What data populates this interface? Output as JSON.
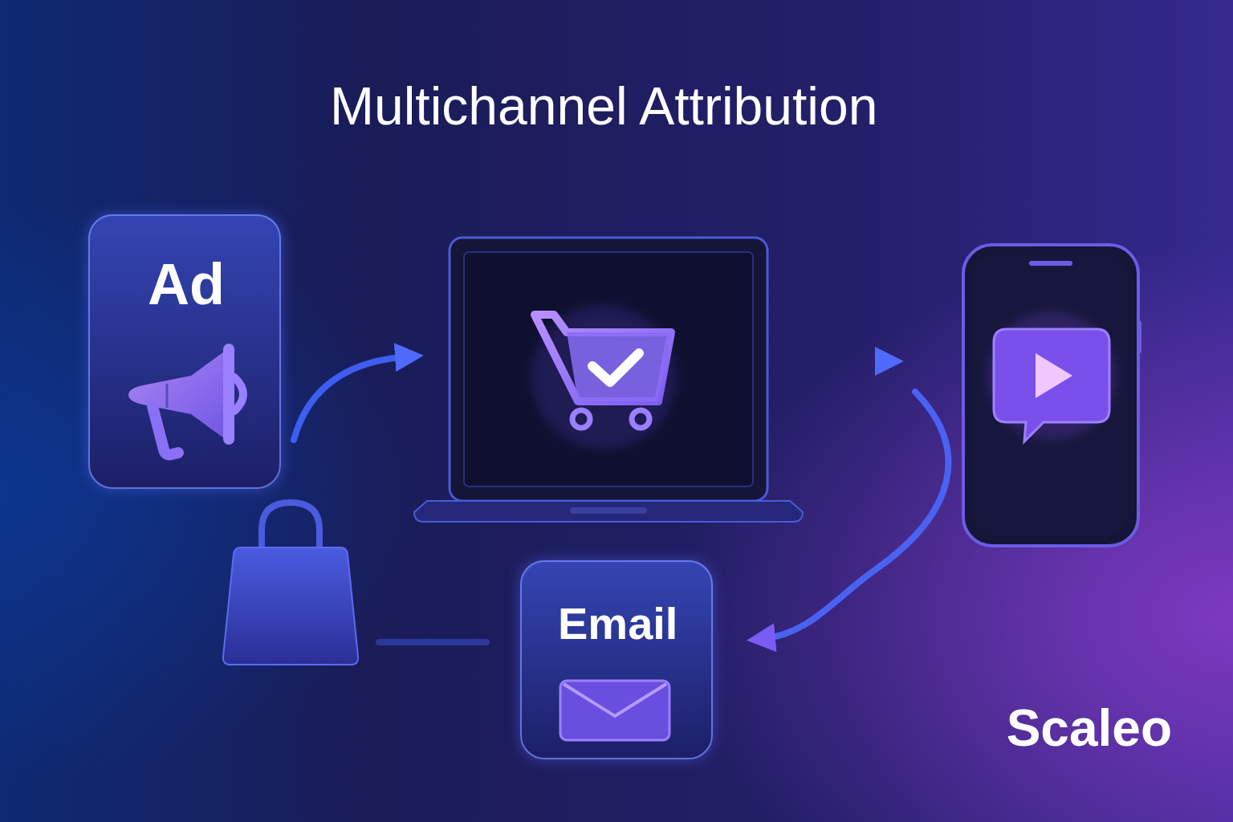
{
  "diagram": {
    "title": "Multichannel Attribution",
    "nodes": [
      {
        "text": [
          "Ad"
        ]
      },
      {
        "text": [
          "Email"
        ]
      }
    ],
    "labels": [
      "Scaleo"
    ]
  }
}
